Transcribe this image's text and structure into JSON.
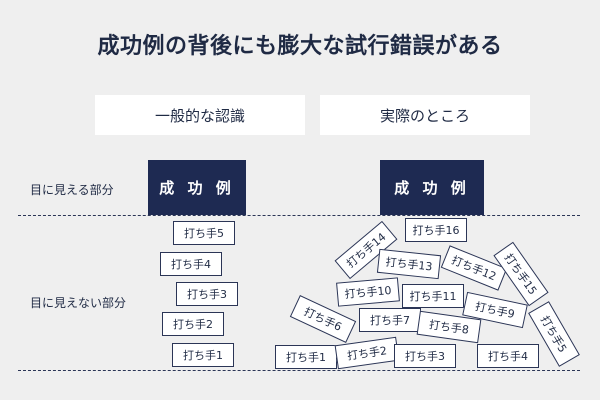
{
  "title": "成功例の背後にも膨大な試行錯誤がある",
  "headers": {
    "left": "一般的な認識",
    "right": "実際のところ"
  },
  "success_label": "成 功 例",
  "side_labels": {
    "visible": "目に見える部分",
    "hidden": "目に見えない部分"
  },
  "left_attempts": [
    "打ち手5",
    "打ち手4",
    "打ち手3",
    "打ち手2",
    "打ち手1"
  ],
  "right_attempts": [
    "打ち手16",
    "打ち手14",
    "打ち手13",
    "打ち手12",
    "打ち手15",
    "打ち手10",
    "打ち手11",
    "打ち手9",
    "打ち手6",
    "打ち手7",
    "打ち手8",
    "打ち手5",
    "打ち手1",
    "打ち手2",
    "打ち手3",
    "打ち手4"
  ],
  "colors": {
    "background": "#efefef",
    "navy": "#1e2a52",
    "text": "#1f2a44"
  }
}
